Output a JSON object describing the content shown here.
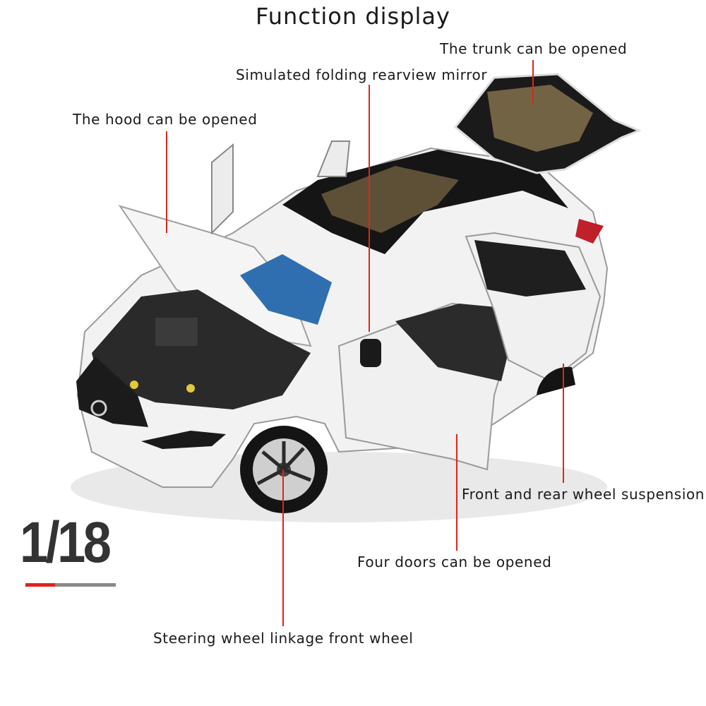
{
  "title": "Function display",
  "scale": "1/18",
  "labels": {
    "trunk": "The trunk can be opened",
    "mirror": "Simulated folding rearview mirror",
    "hood": "The hood can be opened",
    "suspension": "Front and rear wheel suspension",
    "doors": "Four doors can be opened",
    "steering": "Steering wheel linkage front wheel"
  },
  "colors": {
    "accent": "#e2231a",
    "car_body": "#f2f2f2",
    "roof": "#111111",
    "seat_blue": "#2f6fb0"
  },
  "car_image": {
    "icon": "car-model-illustration"
  }
}
